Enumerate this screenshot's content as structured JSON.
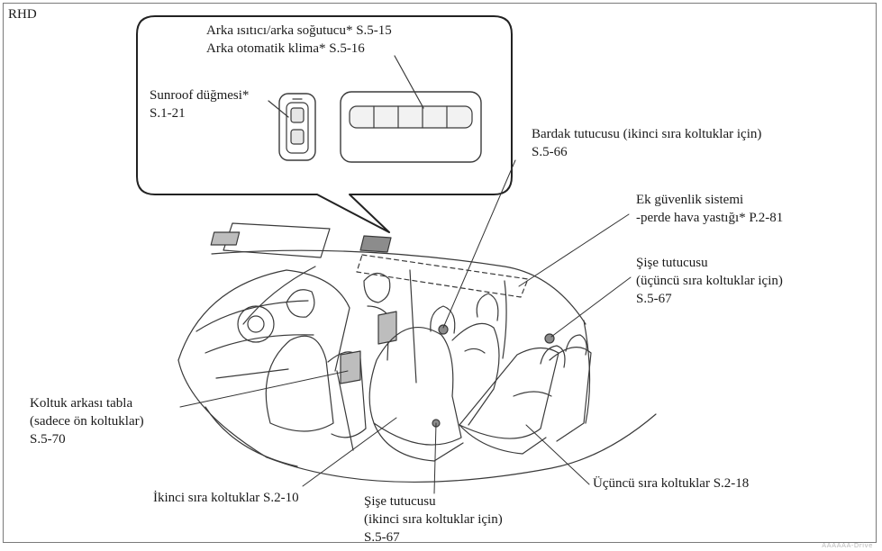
{
  "tag": "RHD",
  "watermark": "AAAAAA-Drive",
  "callout": {
    "line1": "Arka ısıtıcı/arka soğutucu* S.5-15",
    "line2": "Arka otomatik klima* S.5-16"
  },
  "sunroof": {
    "name": "Sunroof düğmesi*",
    "page": "S.1-21"
  },
  "cup_holder": {
    "name": "Bardak tutucusu (ikinci sıra koltuklar için)",
    "page": "S.5-66"
  },
  "airbag": {
    "line1": "Ek güvenlik sistemi",
    "line2": "-perde hava yastığı* P.2-81"
  },
  "bottle_third": {
    "line1": "Şişe tutucusu",
    "line2": "(üçüncü sıra koltuklar için)",
    "page": "S.5-67"
  },
  "seatback_table": {
    "line1": "Koltuk arkası tabla",
    "line2": "(sadece ön koltuklar)",
    "page": "S.5-70"
  },
  "second_row": {
    "name": "İkinci sıra  koltuklar S.2-10"
  },
  "bottle_second": {
    "line1": "Şişe tutucusu",
    "line2": "(ikinci sıra koltuklar için)",
    "page": "S.5-67"
  },
  "third_row": {
    "name": "Üçüncü sıra koltuklar S.2-18"
  }
}
